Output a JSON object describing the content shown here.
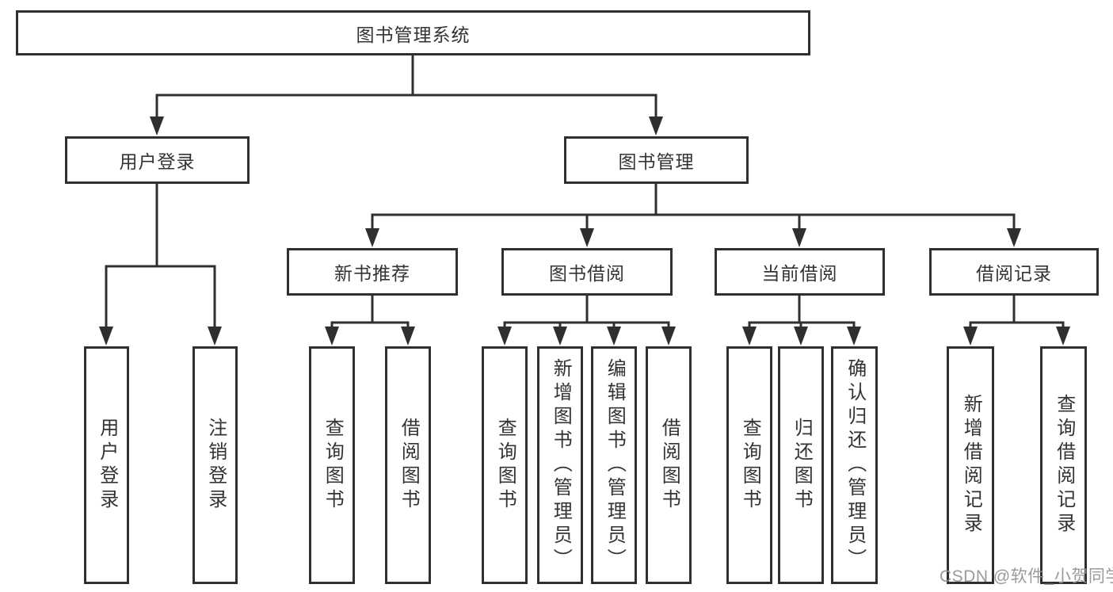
{
  "colors": {
    "background": "#ffffff",
    "line": "#2f2f2f",
    "box_border": "#2f2f2f",
    "text": "#333333",
    "watermark": "#919191"
  },
  "tree": {
    "label": "图书管理系统",
    "children": [
      {
        "label": "用户登录",
        "children": [
          {
            "label": "用户登录"
          },
          {
            "label": "注销登录"
          }
        ]
      },
      {
        "label": "图书管理",
        "children": [
          {
            "label": "新书推荐",
            "children": [
              {
                "label": "查询图书"
              },
              {
                "label": "借阅图书"
              }
            ]
          },
          {
            "label": "图书借阅",
            "children": [
              {
                "label": "查询图书"
              },
              {
                "label": "新增图书（管理员）"
              },
              {
                "label": "编辑图书（管理员）"
              },
              {
                "label": "借阅图书"
              }
            ]
          },
          {
            "label": "当前借阅",
            "children": [
              {
                "label": "查询图书"
              },
              {
                "label": "归还图书"
              },
              {
                "label": "确认归还（管理员）"
              }
            ]
          },
          {
            "label": "借阅记录",
            "children": [
              {
                "label": "新增借阅记录"
              },
              {
                "label": "查询借阅记录"
              }
            ]
          }
        ]
      }
    ]
  },
  "watermark": {
    "text": "CSDN @软件_小贺同学"
  }
}
